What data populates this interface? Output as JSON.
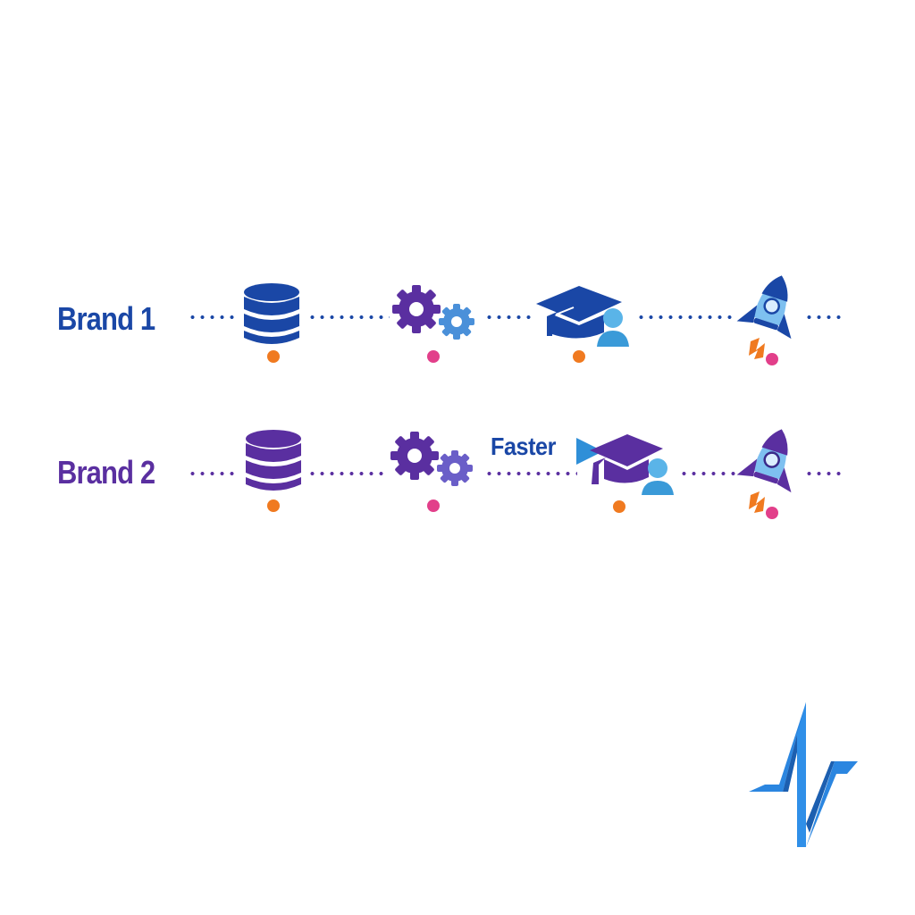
{
  "colors": {
    "brand1_primary": "#1a47a6",
    "brand2_primary": "#5a2fa0",
    "light_blue": "#4a90d9",
    "sky_blue": "#5ab4e8",
    "orange": "#f07a20",
    "pink": "#e23f8a",
    "logo_blue": "#2b86e0"
  },
  "rows": [
    {
      "label": "Brand 1",
      "stages": [
        {
          "icon": "database-icon",
          "marker_color": "orange"
        },
        {
          "icon": "gears-icon",
          "marker_color": "pink"
        },
        {
          "icon": "graduation-cap-user-icon",
          "marker_color": "orange"
        },
        {
          "icon": "rocket-icon",
          "marker_color": "pink"
        }
      ]
    },
    {
      "label": "Brand 2",
      "annotation": "Faster",
      "annotation_icon": "play-arrow-icon",
      "stages": [
        {
          "icon": "database-icon",
          "marker_color": "orange"
        },
        {
          "icon": "gears-icon",
          "marker_color": "pink"
        },
        {
          "icon": "graduation-cap-user-icon",
          "marker_color": "orange"
        },
        {
          "icon": "rocket-icon",
          "marker_color": "pink"
        }
      ]
    }
  ],
  "logo": {
    "icon": "pulse-logo-icon"
  }
}
